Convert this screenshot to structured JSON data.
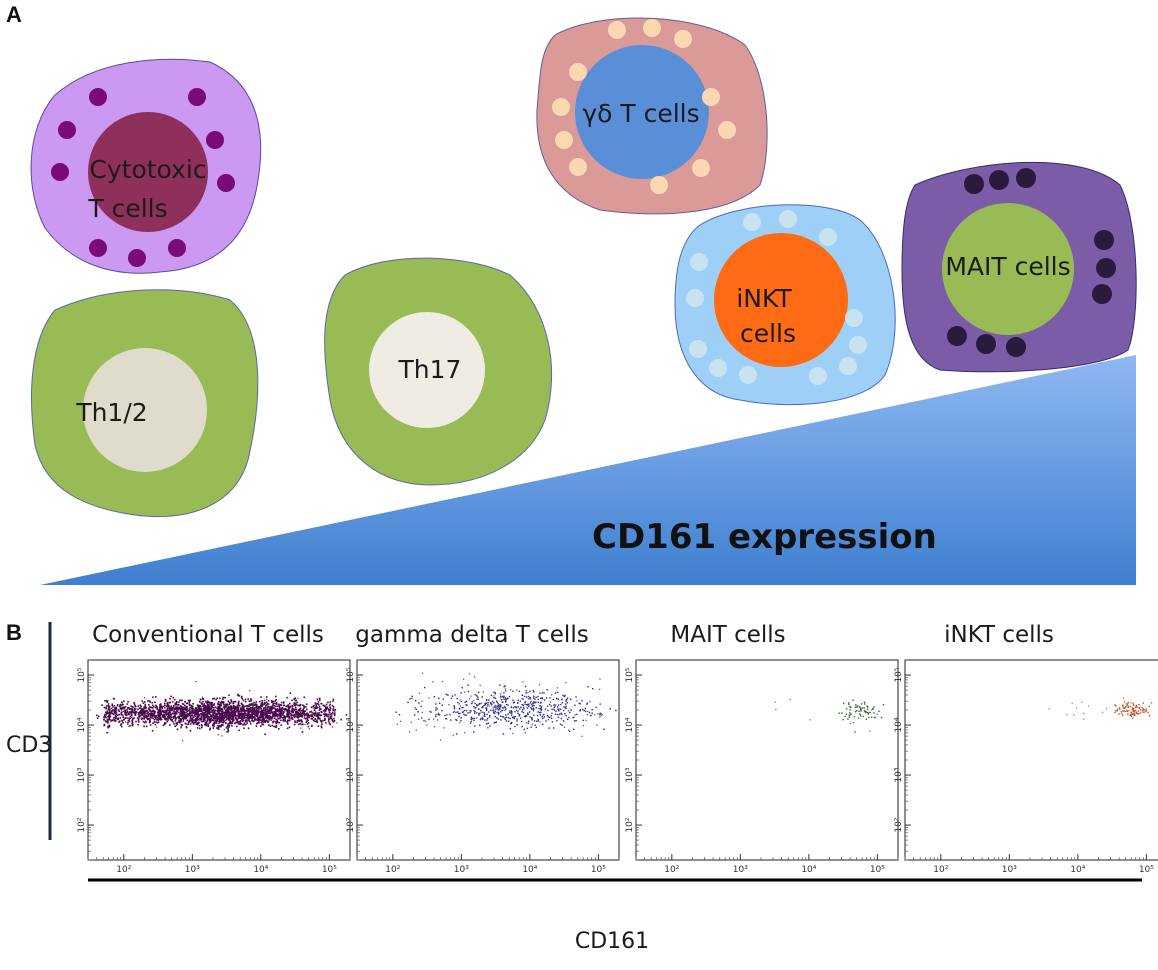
{
  "panels": {
    "a": "A",
    "b": "B"
  },
  "cells": {
    "cytotoxic": {
      "line1": "Cytotoxic",
      "line2": "T cells"
    },
    "th12": {
      "label": "Th1/2"
    },
    "th17": {
      "label": "Th17"
    },
    "gd": {
      "label": "γδ T cells"
    },
    "inkt": {
      "line1": "iNKT",
      "line2": "cells"
    },
    "mait": {
      "label": "MAIT cells"
    }
  },
  "gradient": {
    "label": "CD161 expression"
  },
  "chart_data": [
    {
      "type": "scatter",
      "title": "Conventional T cells",
      "xlabel": "CD161",
      "ylabel": "CD3",
      "x_scale": "log",
      "y_scale": "log",
      "xlim": [
        30,
        200000
      ],
      "ylim": [
        20,
        200000
      ],
      "x_ticks": [
        "10²",
        "10³",
        "10⁴",
        "10⁵"
      ],
      "y_ticks": [
        "10²",
        "10³",
        "10⁴",
        "10⁵"
      ],
      "color": "#4a0a4d",
      "clusters": [
        {
          "x_range": [
            50,
            120000
          ],
          "y_range": [
            8000,
            40000
          ],
          "density": "very high"
        }
      ],
      "points": 2600
    },
    {
      "type": "scatter",
      "title": "gamma delta T cells",
      "xlabel": "CD161",
      "ylabel": "CD3",
      "x_scale": "log",
      "y_scale": "log",
      "xlim": [
        30,
        200000
      ],
      "ylim": [
        20,
        200000
      ],
      "x_ticks": [
        "10²",
        "10³",
        "10⁴",
        "10⁵"
      ],
      "y_ticks": [
        "10²",
        "10³",
        "10⁴",
        "10⁵"
      ],
      "color": "#2c2c8c",
      "clusters": [
        {
          "x_range": [
            150,
            70000
          ],
          "y_range": [
            6000,
            40000
          ],
          "density": "medium",
          "center": [
            5000,
            22000
          ]
        }
      ],
      "points": 500
    },
    {
      "type": "scatter",
      "title": "MAIT cells",
      "xlabel": "CD161",
      "ylabel": "CD3",
      "x_scale": "log",
      "y_scale": "log",
      "xlim": [
        30,
        200000
      ],
      "ylim": [
        20,
        200000
      ],
      "x_ticks": [
        "10²",
        "10³",
        "10⁴",
        "10⁵"
      ],
      "y_ticks": [
        "10²",
        "10³",
        "10⁴",
        "10⁵"
      ],
      "color": "#2d6a2d",
      "clusters": [
        {
          "x_range": [
            25000,
            100000
          ],
          "y_range": [
            12000,
            30000
          ],
          "density": "low",
          "center": [
            55000,
            20000
          ]
        }
      ],
      "points": 70
    },
    {
      "type": "scatter",
      "title": "iNKT cells",
      "xlabel": "CD161",
      "ylabel": "CD3",
      "x_scale": "log",
      "y_scale": "log",
      "xlim": [
        30,
        200000
      ],
      "ylim": [
        20,
        200000
      ],
      "x_ticks": [
        "10²",
        "10³",
        "10⁴",
        "10⁵"
      ],
      "y_ticks": [
        "10²",
        "10³",
        "10⁴",
        "10⁵"
      ],
      "color": "#b5592c",
      "clusters": [
        {
          "x_range": [
            30000,
            100000
          ],
          "y_range": [
            15000,
            30000
          ],
          "density": "low",
          "center": [
            60000,
            21000
          ]
        }
      ],
      "points": 90
    }
  ],
  "axes": {
    "y": "CD3",
    "x": "CD161"
  }
}
